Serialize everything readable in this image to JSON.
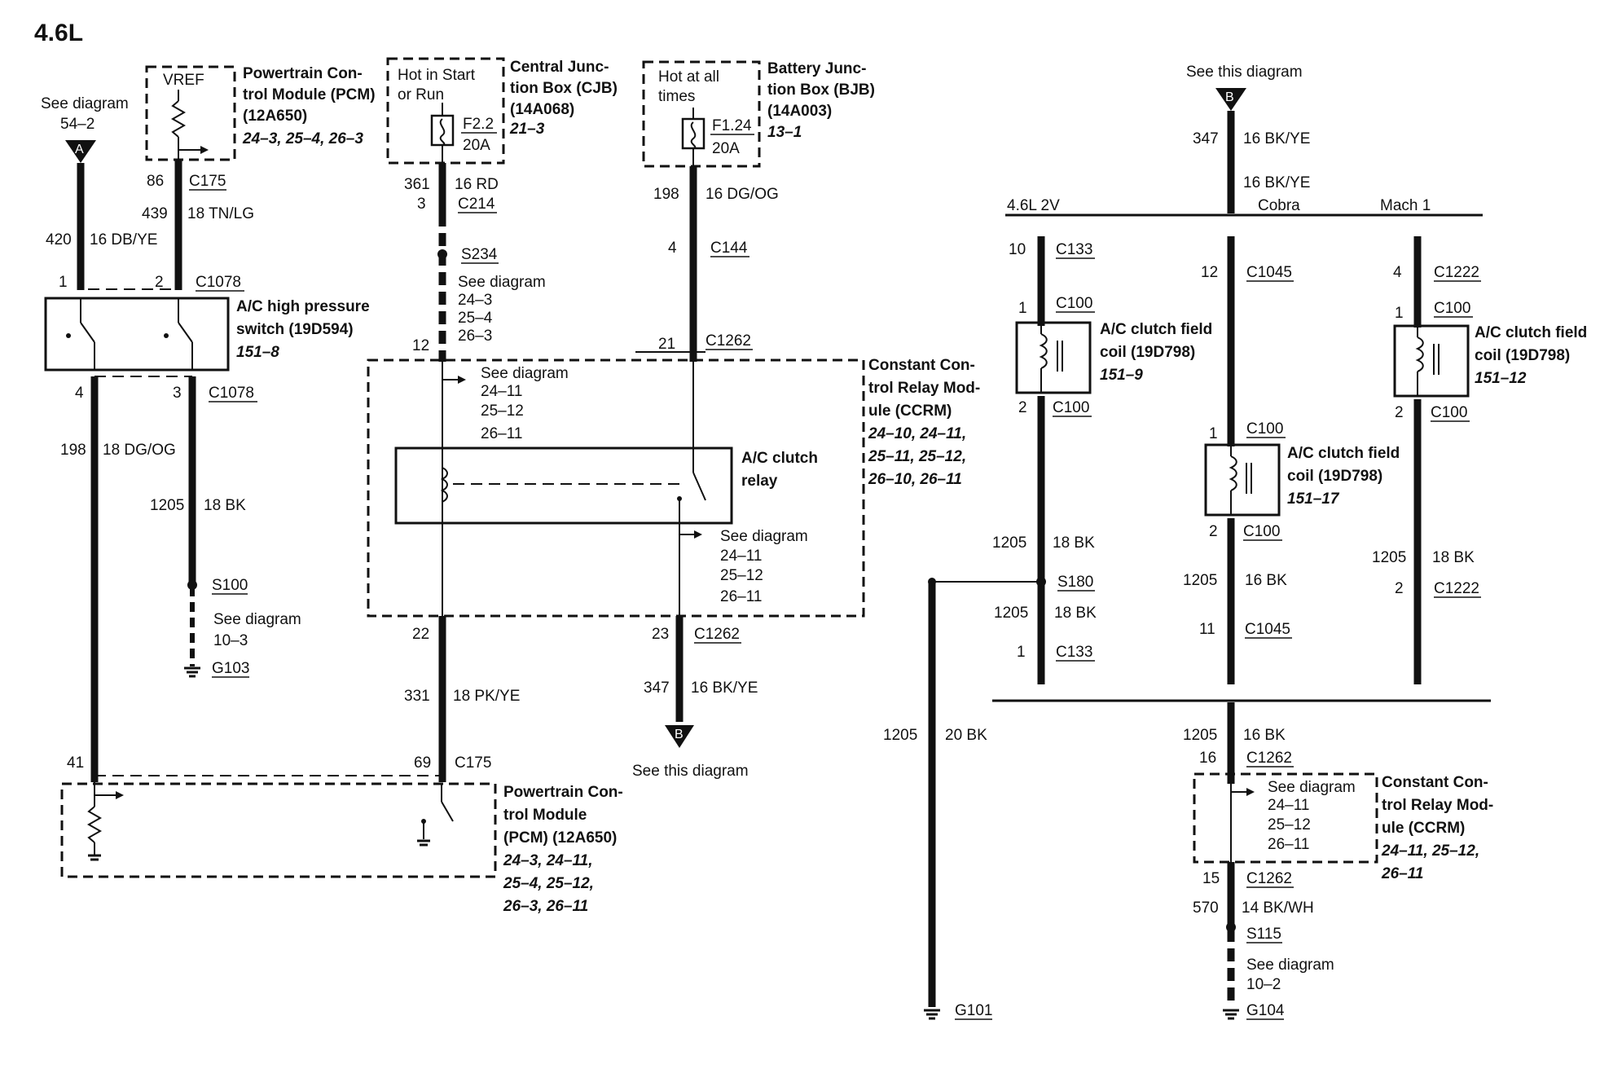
{
  "title": "4.6L",
  "left": {
    "see_diagram_a": [
      "See diagram",
      "54–2"
    ],
    "conn_a": "A",
    "vref": "VREF",
    "pcm_top": [
      "Powertrain Con-",
      "trol Module (PCM)",
      "(12A650)"
    ],
    "pcm_top_refs": "24–3, 25–4, 26–3",
    "wire_86": "86",
    "c175_top": "C175",
    "wire_439": "439",
    "wire_439_color": "18 TN/LG",
    "wire_420": "420",
    "wire_420_color": "16 DB/YE",
    "pin1": "1",
    "pin2": "2",
    "c1078_top": "C1078",
    "switch_label": [
      "A/C high pressure",
      "switch (19D594)"
    ],
    "switch_ref": "151–8",
    "pin4": "4",
    "pin3": "3",
    "c1078_bot": "C1078",
    "wire_198": "198",
    "wire_198_color": "18  DG/OG",
    "wire_1205": "1205",
    "wire_1205_color": "18 BK",
    "s100": "S100",
    "see_diagram_g103": [
      "See diagram",
      "10–3"
    ],
    "g103": "G103",
    "pin41": "41",
    "pin69": "69",
    "c175_bot": "C175",
    "pcm_bot": [
      "Powertrain Con-",
      "trol Module",
      "(PCM) (12A650)"
    ],
    "pcm_bot_refs": [
      "24–3, 24–11,",
      "25–4, 25–12,",
      "26–3, 26–11"
    ]
  },
  "middle": {
    "hot_start_run": [
      "Hot in Start",
      "or Run"
    ],
    "fuse_f22": [
      "F2.2",
      "20A"
    ],
    "cjb": [
      "Central Junc-",
      "tion Box (CJB)",
      "(14A068)"
    ],
    "cjb_ref": "21–3",
    "wire_361": "361",
    "wire_361_color": "16 RD",
    "pin3": "3",
    "c214": "C214",
    "s234": "S234",
    "see_diagram_s234": [
      "See diagram",
      "24–3",
      "25–4",
      "26–3"
    ],
    "pin12": "12",
    "see_diagram_ccrm1": [
      "See diagram",
      "24–11",
      "25–12",
      "26–11"
    ],
    "relay_label": [
      "A/C clutch",
      "relay"
    ],
    "see_diagram_ccrm2": [
      "See diagram",
      "24–11",
      "25–12",
      "26–11"
    ],
    "pin22": "22",
    "pin23": "23",
    "c1262_bot": "C1262",
    "wire_331": "331",
    "wire_331_color": "18 PK/YE",
    "wire_347": "347",
    "wire_347_color": "16 BK/YE",
    "conn_b": "B",
    "see_this_diagram": "See this diagram",
    "hot_all_times": [
      "Hot at all",
      "times"
    ],
    "fuse_f124": [
      "F1.24",
      "20A"
    ],
    "bjb": [
      "Battery Junc-",
      "tion Box (BJB)",
      "(14A003)"
    ],
    "bjb_ref": "13–1",
    "wire_198": "198",
    "wire_198_color": "16 DG/OG",
    "pin4": "4",
    "c144": "C144",
    "pin21": "21",
    "c1262_top": "C1262",
    "ccrm": [
      "Constant Con-",
      "trol Relay Mod-",
      "ule (CCRM)"
    ],
    "ccrm_refs": [
      "24–10, 24–11,",
      "25–11, 25–12,",
      "26–10, 26–11"
    ]
  },
  "right": {
    "see_this_diagram": "See this diagram",
    "conn_b": "B",
    "wire_347": "347",
    "wire_347_color": "16 BK/YE",
    "wire_color2": "16 BK/YE",
    "variant_2v": "4.6L 2V",
    "variant_cobra": "Cobra",
    "variant_mach1": "Mach 1",
    "pin10": "10",
    "c133_top": "C133",
    "pin1_a": "1",
    "c100_a": "C100",
    "coil_a": [
      "A/C clutch field",
      "coil (19D798)"
    ],
    "coil_a_ref": "151–9",
    "pin2_a": "2",
    "c100_a2": "C100",
    "pin12": "12",
    "c1045_top": "C1045",
    "pin1_b": "1",
    "c100_b": "C100",
    "coil_b": [
      "A/C clutch field",
      "coil (19D798)"
    ],
    "coil_b_ref": "151–17",
    "pin2_b": "2",
    "c100_b2": "C100",
    "pin4": "4",
    "c1222_top": "C1222",
    "pin1_c": "1",
    "c100_c": "C100",
    "coil_c": [
      "A/C clutch field",
      "coil (19D798)"
    ],
    "coil_c_ref": "151–12",
    "pin2_c": "2",
    "c100_c2": "C100",
    "w1205_a": "1205",
    "w1205_a_color": "18 BK",
    "s180": "S180",
    "w1205_a2": "1205",
    "w1205_a2_color": "18 BK",
    "pin1_c133": "1",
    "c133_bot": "C133",
    "w1205_b": "1205",
    "w1205_b_color": "16 BK",
    "pin11": "11",
    "c1045_bot": "C1045",
    "w1205_c": "1205",
    "w1205_c_color": "18 BK",
    "pin2_c1222": "2",
    "c1222_bot": "C1222",
    "w1205_g101": "1205",
    "w1205_g101_color": "20 BK",
    "g101": "G101",
    "w1205_d": "1205",
    "w1205_d_color": "16 BK",
    "pin16": "16",
    "c1262_top": "C1262",
    "see_diagram_ccrm": [
      "See diagram",
      "24–11",
      "25–12",
      "26–11"
    ],
    "ccrm": [
      "Constant Con-",
      "trol Relay Mod-",
      "ule (CCRM)"
    ],
    "ccrm_refs": [
      "24–11, 25–12,",
      "26–11"
    ],
    "pin15": "15",
    "c1262_bot": "C1262",
    "wire_570": "570",
    "wire_570_color": "14 BK/WH",
    "s115": "S115",
    "see_diagram_g104": [
      "See diagram",
      "10–2"
    ],
    "g104": "G104"
  }
}
